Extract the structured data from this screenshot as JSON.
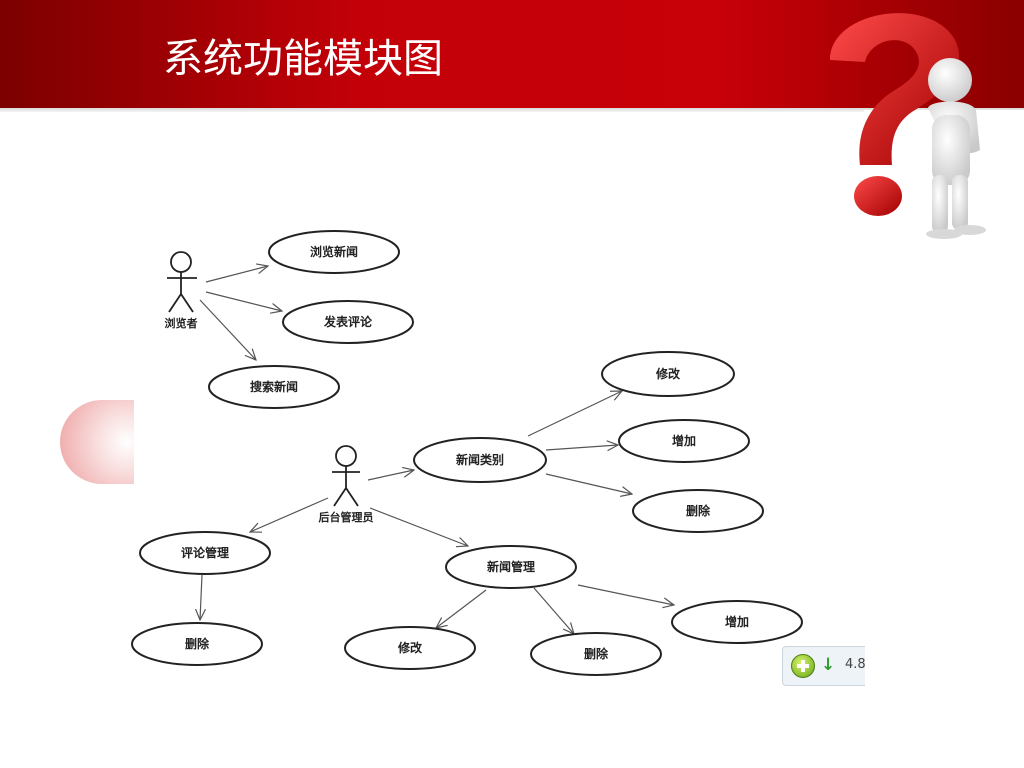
{
  "slide": {
    "title": "系统功能模块图"
  },
  "diagram": {
    "actors": [
      {
        "id": "browser",
        "label": "浏览者"
      },
      {
        "id": "admin",
        "label": "后台管理员"
      }
    ],
    "usecases": [
      {
        "id": "uc-browse-news",
        "label": "浏览新闻"
      },
      {
        "id": "uc-post-comment",
        "label": "发表评论"
      },
      {
        "id": "uc-search-news",
        "label": "搜索新闻"
      },
      {
        "id": "uc-news-category",
        "label": "新闻类别"
      },
      {
        "id": "uc-category-edit",
        "label": "修改"
      },
      {
        "id": "uc-category-add",
        "label": "增加"
      },
      {
        "id": "uc-category-delete",
        "label": "删除"
      },
      {
        "id": "uc-comment-manage",
        "label": "评论管理"
      },
      {
        "id": "uc-comment-delete",
        "label": "删除"
      },
      {
        "id": "uc-news-manage",
        "label": "新闻管理"
      },
      {
        "id": "uc-news-edit",
        "label": "修改"
      },
      {
        "id": "uc-news-delete",
        "label": "删除"
      },
      {
        "id": "uc-news-add",
        "label": "增加"
      }
    ],
    "relations": [
      {
        "from": "browser",
        "to": "uc-browse-news"
      },
      {
        "from": "browser",
        "to": "uc-post-comment"
      },
      {
        "from": "browser",
        "to": "uc-search-news"
      },
      {
        "from": "admin",
        "to": "uc-news-category"
      },
      {
        "from": "admin",
        "to": "uc-comment-manage"
      },
      {
        "from": "admin",
        "to": "uc-news-manage"
      },
      {
        "from": "uc-news-category",
        "to": "uc-category-edit"
      },
      {
        "from": "uc-news-category",
        "to": "uc-category-add"
      },
      {
        "from": "uc-news-category",
        "to": "uc-category-delete"
      },
      {
        "from": "uc-comment-manage",
        "to": "uc-comment-delete"
      },
      {
        "from": "uc-news-manage",
        "to": "uc-news-edit"
      },
      {
        "from": "uc-news-manage",
        "to": "uc-news-delete"
      },
      {
        "from": "uc-news-manage",
        "to": "uc-news-add"
      }
    ]
  },
  "widget": {
    "icon": "green-plus-icon",
    "arrow_icon": "down-arrow-icon",
    "value": "4.8"
  },
  "colors": {
    "banner": "#c30008",
    "title_text": "#ffffff",
    "question_mark": "#d8121a"
  }
}
